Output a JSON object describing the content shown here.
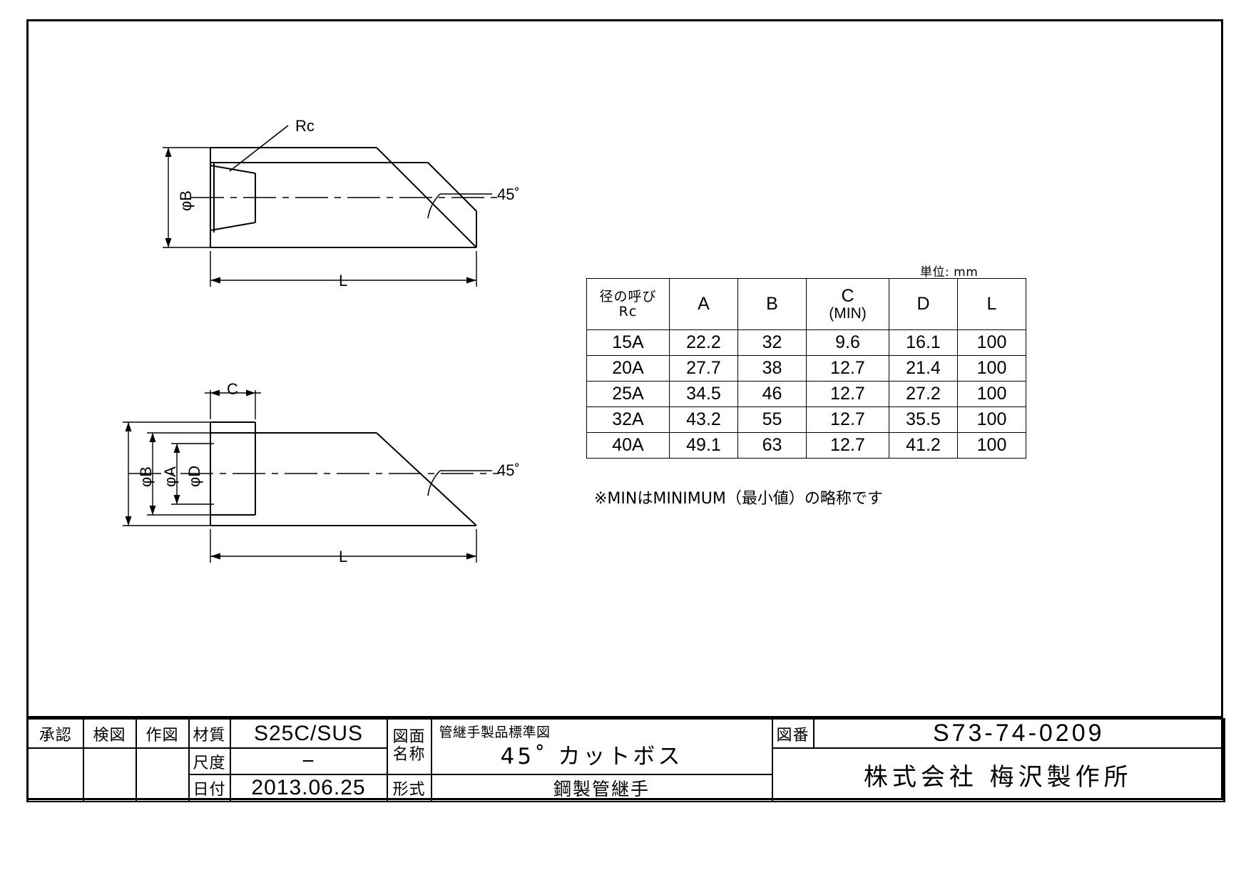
{
  "sheet": {
    "unit_note": "単位: mm",
    "min_note": "※MINはMINIMUM（最小値）の略称です"
  },
  "views": {
    "top": {
      "callout_rc": "Rc",
      "angle_label": "45˚",
      "dim_phi_b": "φB",
      "dim_l": "L"
    },
    "bottom": {
      "dim_c": "C",
      "dim_phi_b": "φB",
      "dim_phi_a": "φA",
      "dim_phi_d": "φD",
      "dim_l": "L",
      "angle_label": "45˚"
    }
  },
  "chart_data": {
    "type": "table",
    "title": "45˚ カットボス 寸法表",
    "columns": [
      "径の呼び\nRc",
      "A",
      "B",
      "C\n(MIN)",
      "D",
      "L"
    ],
    "rows": [
      [
        "15A",
        "22.2",
        "32",
        "9.6",
        "16.1",
        "100"
      ],
      [
        "20A",
        "27.7",
        "38",
        "12.7",
        "21.4",
        "100"
      ],
      [
        "25A",
        "34.5",
        "46",
        "12.7",
        "27.2",
        "100"
      ],
      [
        "32A",
        "43.2",
        "55",
        "12.7",
        "35.5",
        "100"
      ],
      [
        "40A",
        "49.1",
        "63",
        "12.7",
        "41.2",
        "100"
      ]
    ],
    "unit": "mm",
    "note": "※MINはMINIMUM（最小値）の略称です"
  },
  "dim_table": {
    "header": {
      "name_line1": "径の呼び",
      "name_line2": "Rc",
      "a": "A",
      "b": "B",
      "c_line1": "C",
      "c_line2": "(MIN)",
      "d": "D",
      "l": "L"
    },
    "rows": [
      {
        "name": "15A",
        "a": "22.2",
        "b": "32",
        "c": "9.6",
        "d": "16.1",
        "l": "100"
      },
      {
        "name": "20A",
        "a": "27.7",
        "b": "38",
        "c": "12.7",
        "d": "21.4",
        "l": "100"
      },
      {
        "name": "25A",
        "a": "34.5",
        "b": "46",
        "c": "12.7",
        "d": "27.2",
        "l": "100"
      },
      {
        "name": "32A",
        "a": "43.2",
        "b": "55",
        "c": "12.7",
        "d": "35.5",
        "l": "100"
      },
      {
        "name": "40A",
        "a": "49.1",
        "b": "63",
        "c": "12.7",
        "d": "41.2",
        "l": "100"
      }
    ]
  },
  "title_block": {
    "approval_label": "承認",
    "check_label": "検図",
    "draw_label": "作図",
    "approval_value": "",
    "check_value": "",
    "draw_value": "",
    "material_label": "材質",
    "material_value": "S25C/SUS",
    "scale_label": "尺度",
    "scale_value": "−",
    "date_label": "日付",
    "date_value": "2013.06.25",
    "dwg_name_label_1": "図面",
    "dwg_name_label_2": "名称",
    "dwg_name_sub": "管継手製品標準図",
    "dwg_name_main": "45˚ カットボス",
    "form_label": "形式",
    "form_value": "鋼製管継手",
    "dwg_no_label": "図番",
    "dwg_no_value": "S73-74-0209",
    "company": "株式会社 梅沢製作所"
  }
}
